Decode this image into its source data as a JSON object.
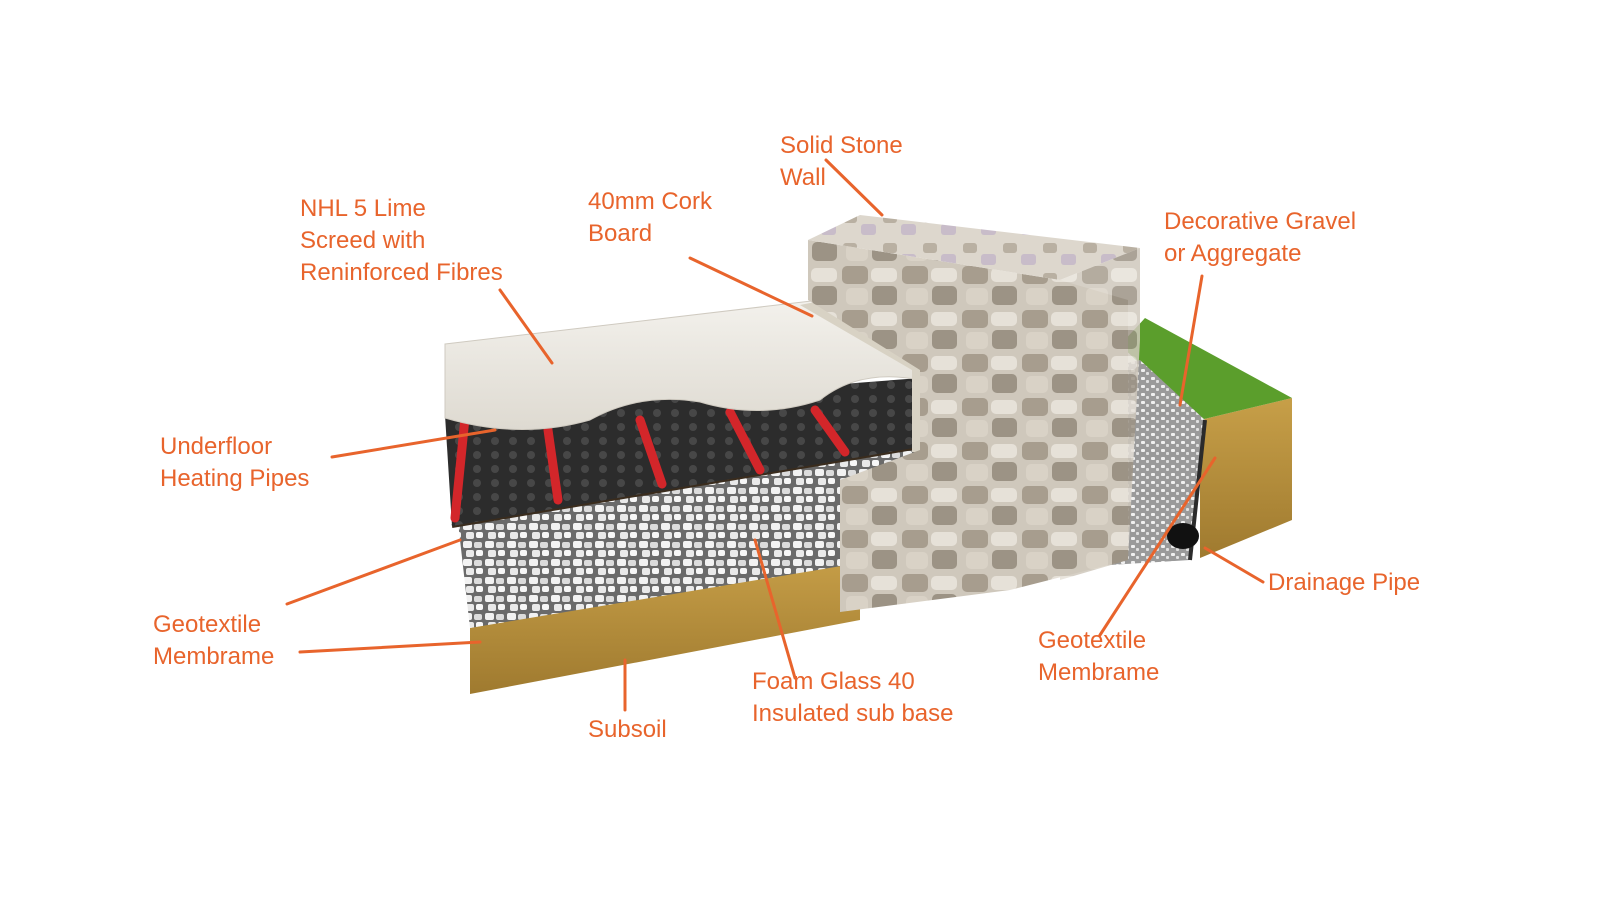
{
  "colors": {
    "label": "#e8642c",
    "screed": "#ece9e2",
    "heating_mat": "#2f2f2f",
    "heating_pipe": "#d3262a",
    "foam_glass": "#e6e6e6",
    "subsoil": "#b8923f",
    "stone_wall": "#bdb6aa",
    "grass": "#5b9e2c",
    "gravel": "#dcdcdc",
    "drain_pipe": "#111111"
  },
  "labels": {
    "solid_stone_wall": [
      "Solid Stone",
      "Wall"
    ],
    "cork_board": [
      "40mm Cork",
      "Board"
    ],
    "lime_screed": [
      "NHL 5 Lime",
      "Screed with",
      "Reninforced Fibres"
    ],
    "decorative_gravel": [
      "Decorative Gravel",
      "or Aggregate"
    ],
    "underfloor_heating": [
      "Underfloor",
      "Heating Pipes"
    ],
    "geotextile_left": [
      "Geotextile",
      "Membrame"
    ],
    "subsoil": [
      "Subsoil"
    ],
    "foam_glass": [
      "Foam Glass 40",
      "Insulated sub base"
    ],
    "geotextile_right": [
      "Geotextile",
      "Membrame"
    ],
    "drainage_pipe": [
      "Drainage Pipe"
    ]
  }
}
